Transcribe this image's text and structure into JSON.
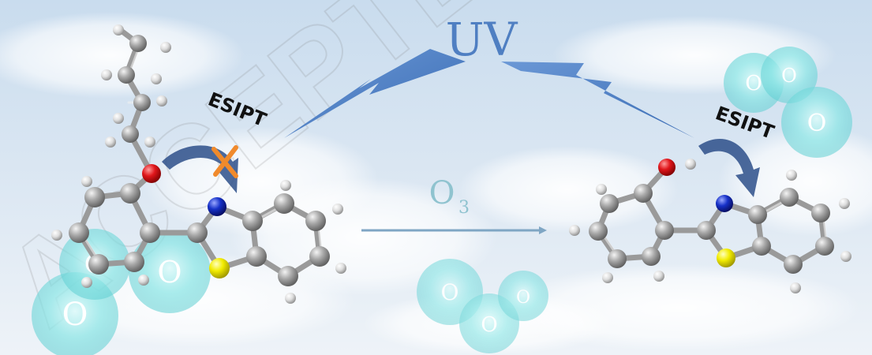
{
  "labels": {
    "uv": "UV",
    "esipt_left": "ESIPT",
    "esipt_right": "ESIPT",
    "reagent": "O",
    "reagent_subscript": "3",
    "blocked_mark": "X",
    "ozone_symbol": "O"
  },
  "watermark": {
    "text": "ACCEPTED"
  },
  "colors": {
    "sky_top": "#cfdff0",
    "sky_bottom": "#e9f0f7",
    "cloud": "#ffffff",
    "uv": "#4f7fc2",
    "bolt": "#4a7ec4",
    "esipt_arrow": "#2d4f8a",
    "reaction_arrow": "#7fa6c4",
    "o3_text": "#8fc3cf",
    "blocked_mark": "#f08a2c",
    "carbon": "#9a9a9a",
    "oxygen": "#e0161b",
    "nitrogen": "#1631c8",
    "sulfur": "#f2ec00",
    "hydrogen": "#ececec",
    "ozone_bubble": "#7fe0e0"
  },
  "molecules": {
    "left": "butoxy-phenyl-benzothiazole",
    "right": "hydroxyphenyl-benzothiazole"
  }
}
